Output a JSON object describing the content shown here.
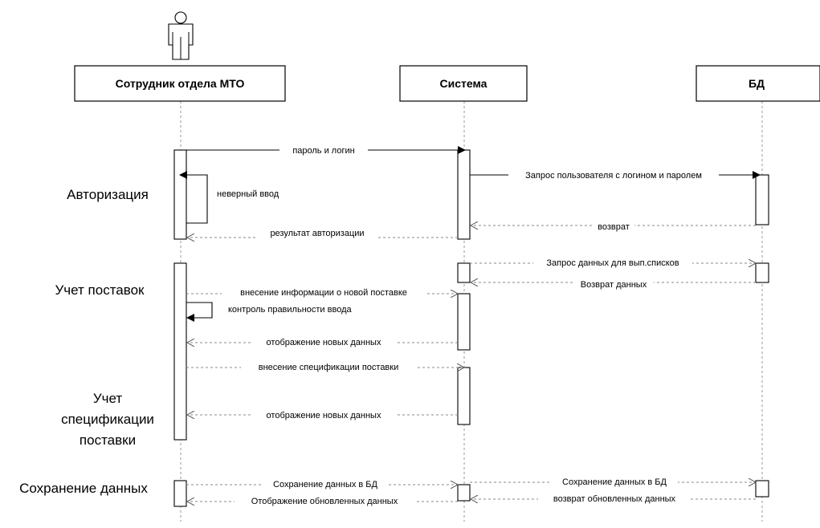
{
  "participants": {
    "employee": "Сотрудник отдела МТО",
    "system": "Система",
    "db": "БД"
  },
  "sections": {
    "auth": "Авторизация",
    "deliveries": "Учет поставок",
    "spec_line1": "Учет",
    "spec_line2": "спецификации",
    "spec_line3": "поставки",
    "save": "Сохранение данных"
  },
  "messages": {
    "m1": "пароль и логин",
    "m2": "Запрос пользователя с логином и паролем",
    "m3": "неверный ввод",
    "m4": "возврат",
    "m5": "результат авторизации",
    "m6": "Запрос данных для вып.списков",
    "m7": "Возврат данных",
    "m8": "внесение информации о новой поставке",
    "m9": "контроль правильности ввода",
    "m10": "отображение новых данных",
    "m11": "внесение спецификации поставки",
    "m12": "отображение новых данных",
    "m13": "Сохранение данных в БД",
    "m14": "Отображение обновленных данных",
    "m15": "Сохранение данных в БД",
    "m16": "возврат обновленных данных"
  }
}
